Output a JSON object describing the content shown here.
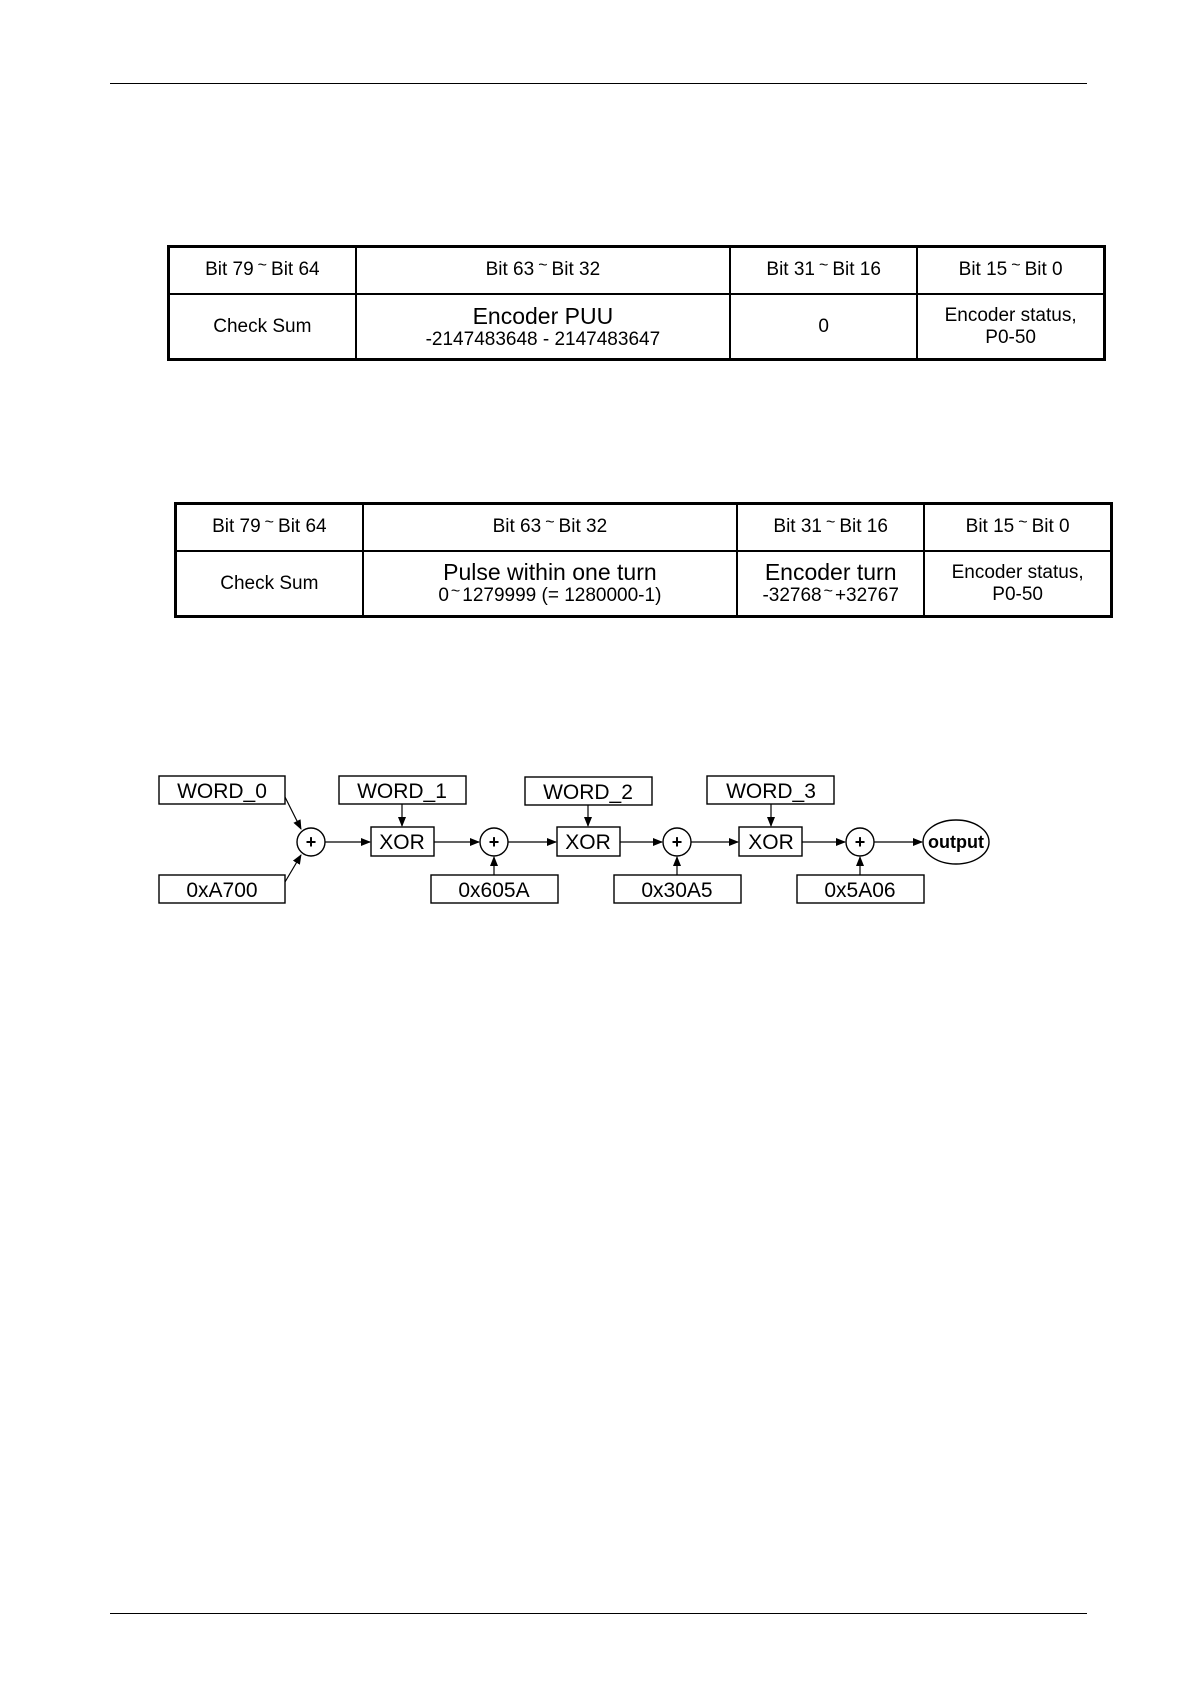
{
  "table1": {
    "headers": [
      "Bit 79",
      "Bit 64",
      "Bit 63",
      "Bit 32",
      "Bit 31",
      "Bit 16",
      "Bit 15",
      "Bit 0"
    ],
    "tilde": "~",
    "cells": {
      "checksum": "Check Sum",
      "puu_title": "Encoder PUU",
      "puu_range": "-2147483648 - 2147483647",
      "zero": "0",
      "status_line1": "Encoder status,",
      "status_line2": "P0-50"
    }
  },
  "table2": {
    "headers": [
      "Bit 79",
      "Bit 64",
      "Bit 63",
      "Bit 32",
      "Bit 31",
      "Bit 16",
      "Bit 15",
      "Bit 0"
    ],
    "tilde": "~",
    "cells": {
      "checksum": "Check Sum",
      "pulse_title": "Pulse within one turn",
      "pulse_range_a": "0",
      "pulse_range_b": "1279999 (= 1280000-1)",
      "turn_title": "Encoder turn",
      "turn_range_a": "-32768",
      "turn_range_b": "+32767",
      "status_line1": "Encoder status,",
      "status_line2": "P0-50"
    }
  },
  "diagram": {
    "words": [
      "WORD_0",
      "WORD_1",
      "WORD_2",
      "WORD_3"
    ],
    "constants": [
      "0xA700",
      "0x605A",
      "0x30A5",
      "0x5A06"
    ],
    "xor_label": "XOR",
    "plus_label": "+",
    "output_label": "output"
  }
}
